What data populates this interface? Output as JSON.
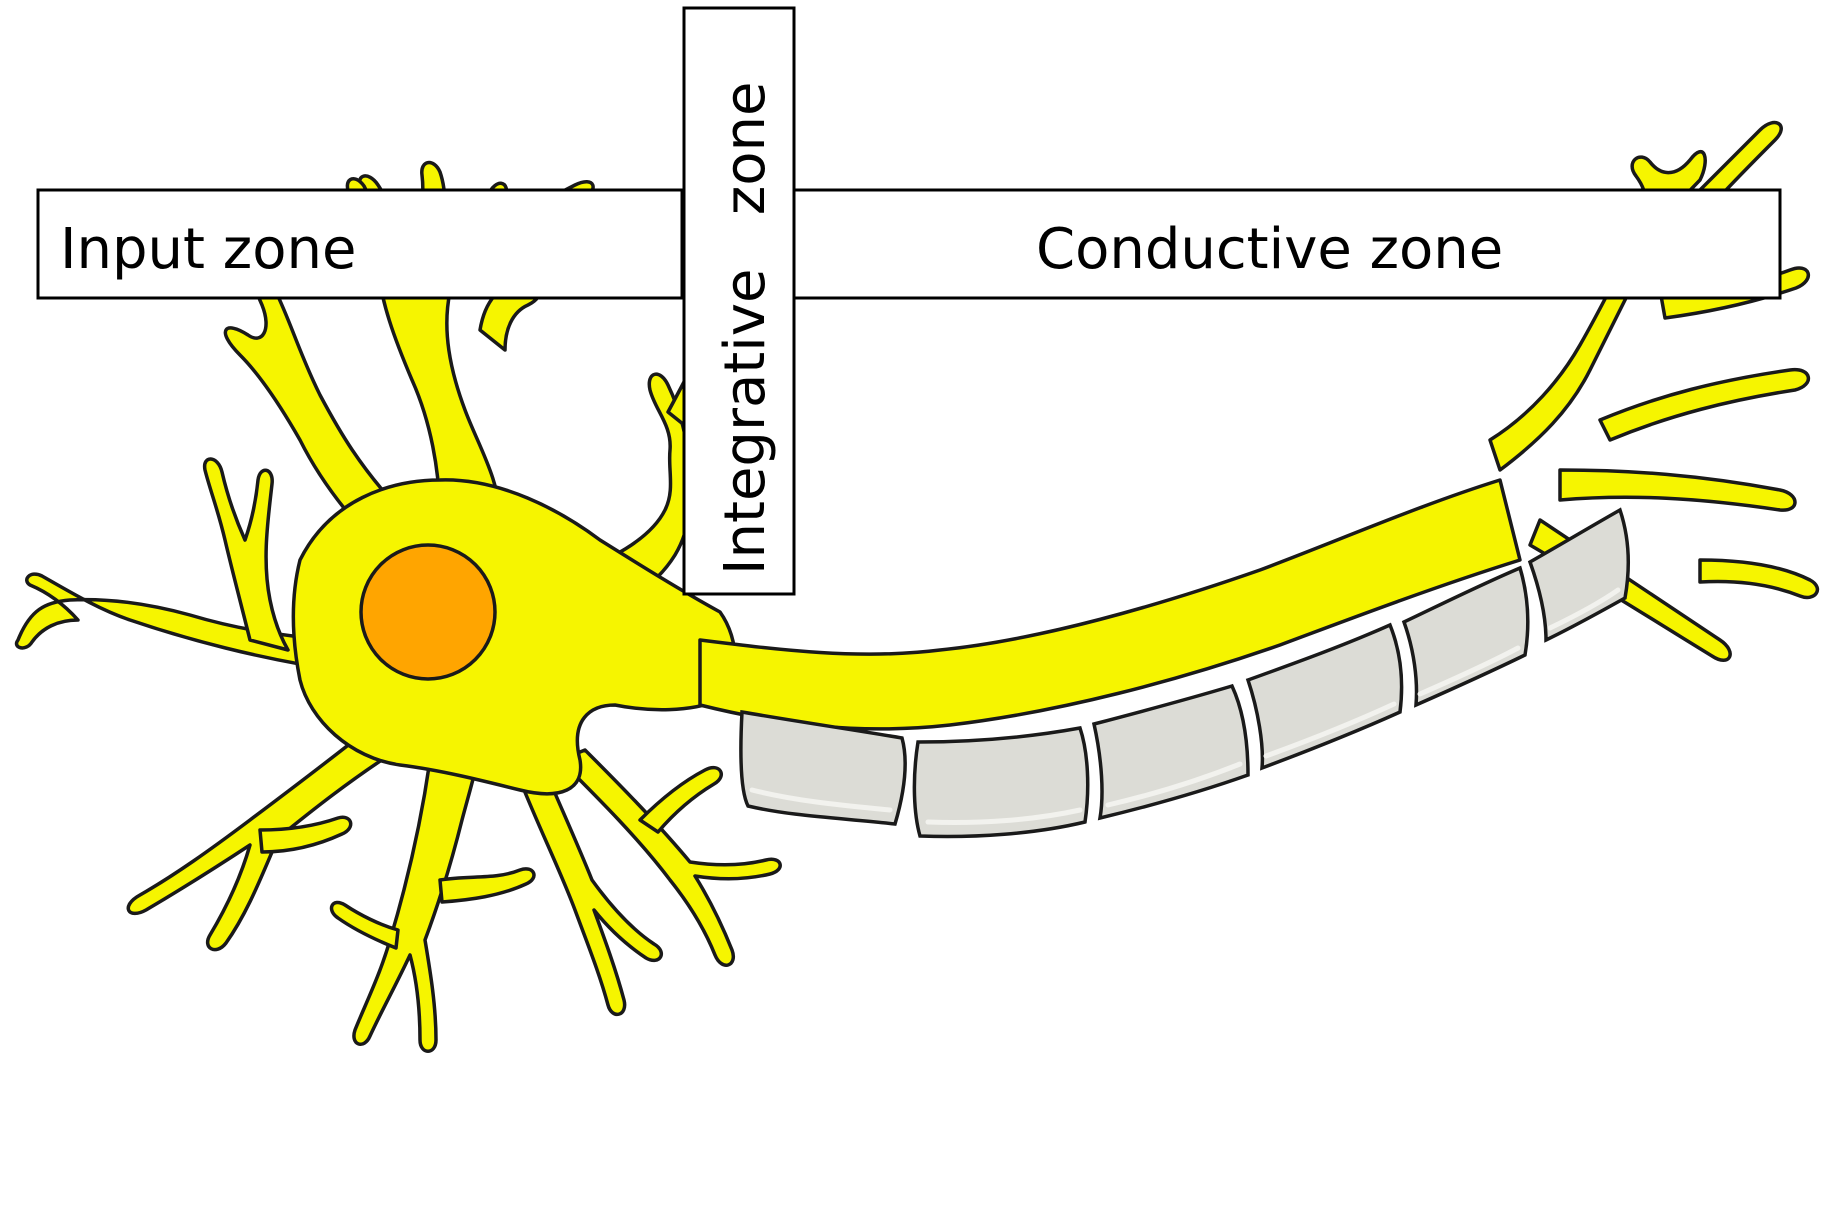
{
  "labels": {
    "input_zone": "Input zone",
    "integrative_zone": "Integrative   zone",
    "conductive_zone": "Conductive zone"
  },
  "icons": {
    "cell_body": "neuron-soma",
    "nucleus": "nucleus",
    "myelin": "myelin-sheath-segments",
    "terminals": "axon-terminals"
  },
  "colors": {
    "neuron_fill": "#f6f500",
    "nucleus_fill": "#ffa500",
    "myelin_fill": "#dcdcd6",
    "outline": "#1a1a1a"
  }
}
